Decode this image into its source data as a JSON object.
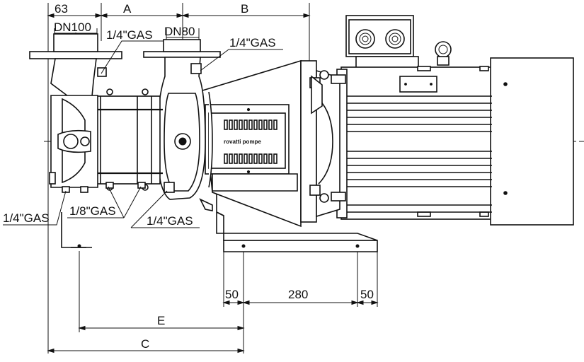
{
  "labels": {
    "dim_63": "63",
    "dim_a": "A",
    "dim_b": "B",
    "dim_c": "C",
    "dim_e": "E",
    "dim_50_left": "50",
    "dim_280": "280",
    "dim_50_right": "50",
    "dn_suction": "DN100",
    "dn_delivery": "DN80",
    "gas_suction_top": "1/4\"GAS",
    "gas_delivery_top": "1/4\"GAS",
    "gas_left_bottom": "1/4\"GAS",
    "gas_eighth": "1/8\"GAS",
    "gas_delivery_bottom": "1/4\"GAS",
    "brand_plate": "rovatti pompe"
  }
}
